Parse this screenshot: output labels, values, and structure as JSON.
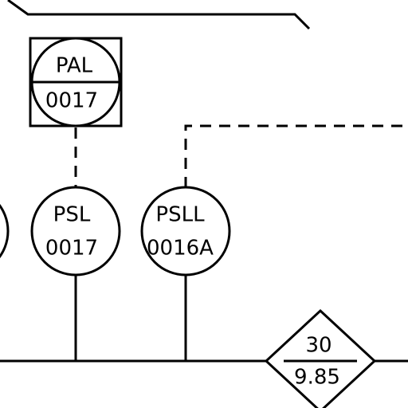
{
  "instruments": [
    {
      "id": "pal-0017",
      "tag_top": "PAL",
      "tag_bottom": "0017"
    },
    {
      "id": "psl-0017",
      "tag_top": "PSL",
      "tag_bottom": "0017"
    },
    {
      "id": "psll-0016a",
      "tag_top": "PSLL",
      "tag_bottom": "0016A"
    }
  ],
  "diamond": {
    "top": "30",
    "bottom": "9.85"
  }
}
